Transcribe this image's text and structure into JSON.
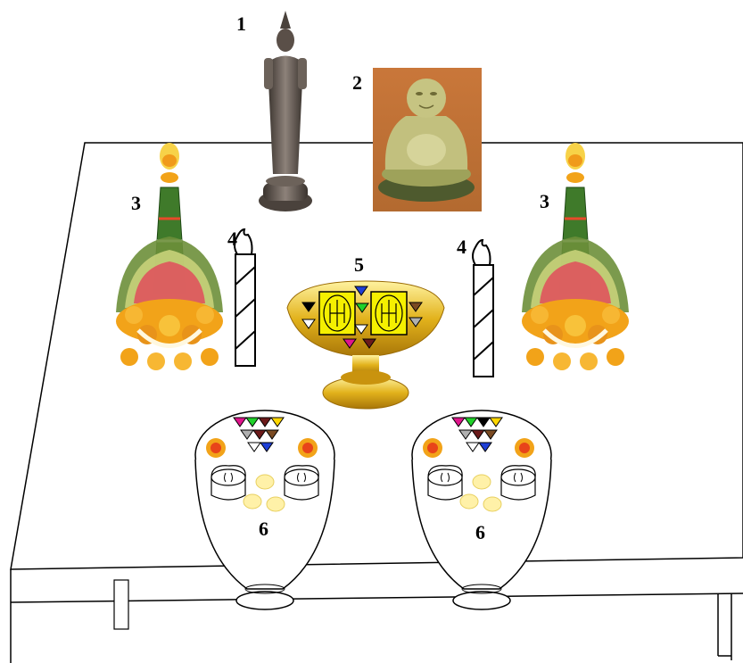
{
  "labels": {
    "buddha_standing": "1",
    "buddha_seated": "2",
    "bai_sri_left": "3",
    "bai_sri_right": "3",
    "candle_left": "4",
    "candle_right": "4",
    "offering_tray": "5",
    "bowl_left": "6",
    "bowl_right": "6"
  },
  "colors": {
    "outline": "#000000",
    "gold": "#d4a017",
    "marigold": "#f2a319",
    "leaf_green": "#3f7a2a",
    "bronze": "#5a4f48",
    "jade": "#b9b576",
    "seal_yellow": "#f5f000"
  },
  "gem_colors": [
    "#000000",
    "#1e3fd6",
    "#1fd12a",
    "#ffffff",
    "#e0148c",
    "#6b1a1a",
    "#7a4a22",
    "#b0b0b0",
    "#ffd700",
    "#2233aa"
  ]
}
